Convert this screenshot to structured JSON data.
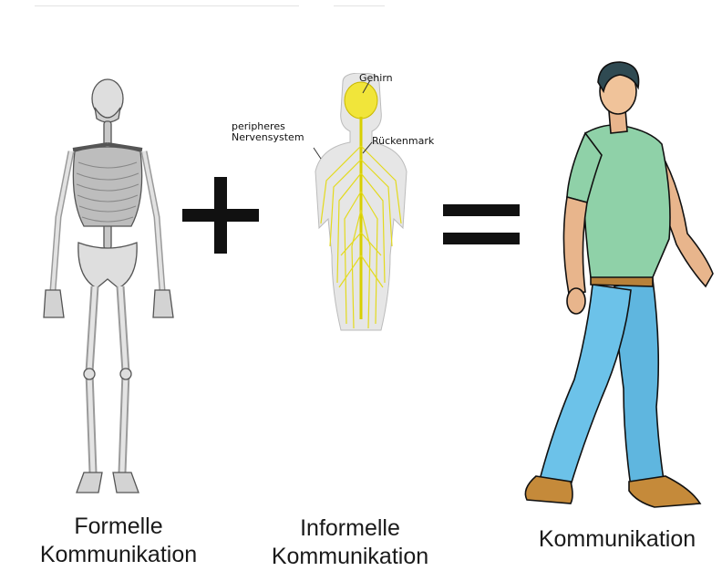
{
  "diagram": {
    "operators": {
      "plus": "plus-sign",
      "equals": "equals-sign"
    },
    "skeleton": {
      "caption_line1": "Formelle",
      "caption_line2": "Kommunikation"
    },
    "nervous_system": {
      "caption_line1": "Informelle",
      "caption_line2": "Kommunikation",
      "labels": {
        "brain": "Gehirn",
        "peripheral_line1": "peripheres",
        "peripheral_line2": "Nervensystem",
        "spinal_cord": "Rückenmark"
      }
    },
    "person": {
      "caption": "Kommunikation"
    }
  }
}
